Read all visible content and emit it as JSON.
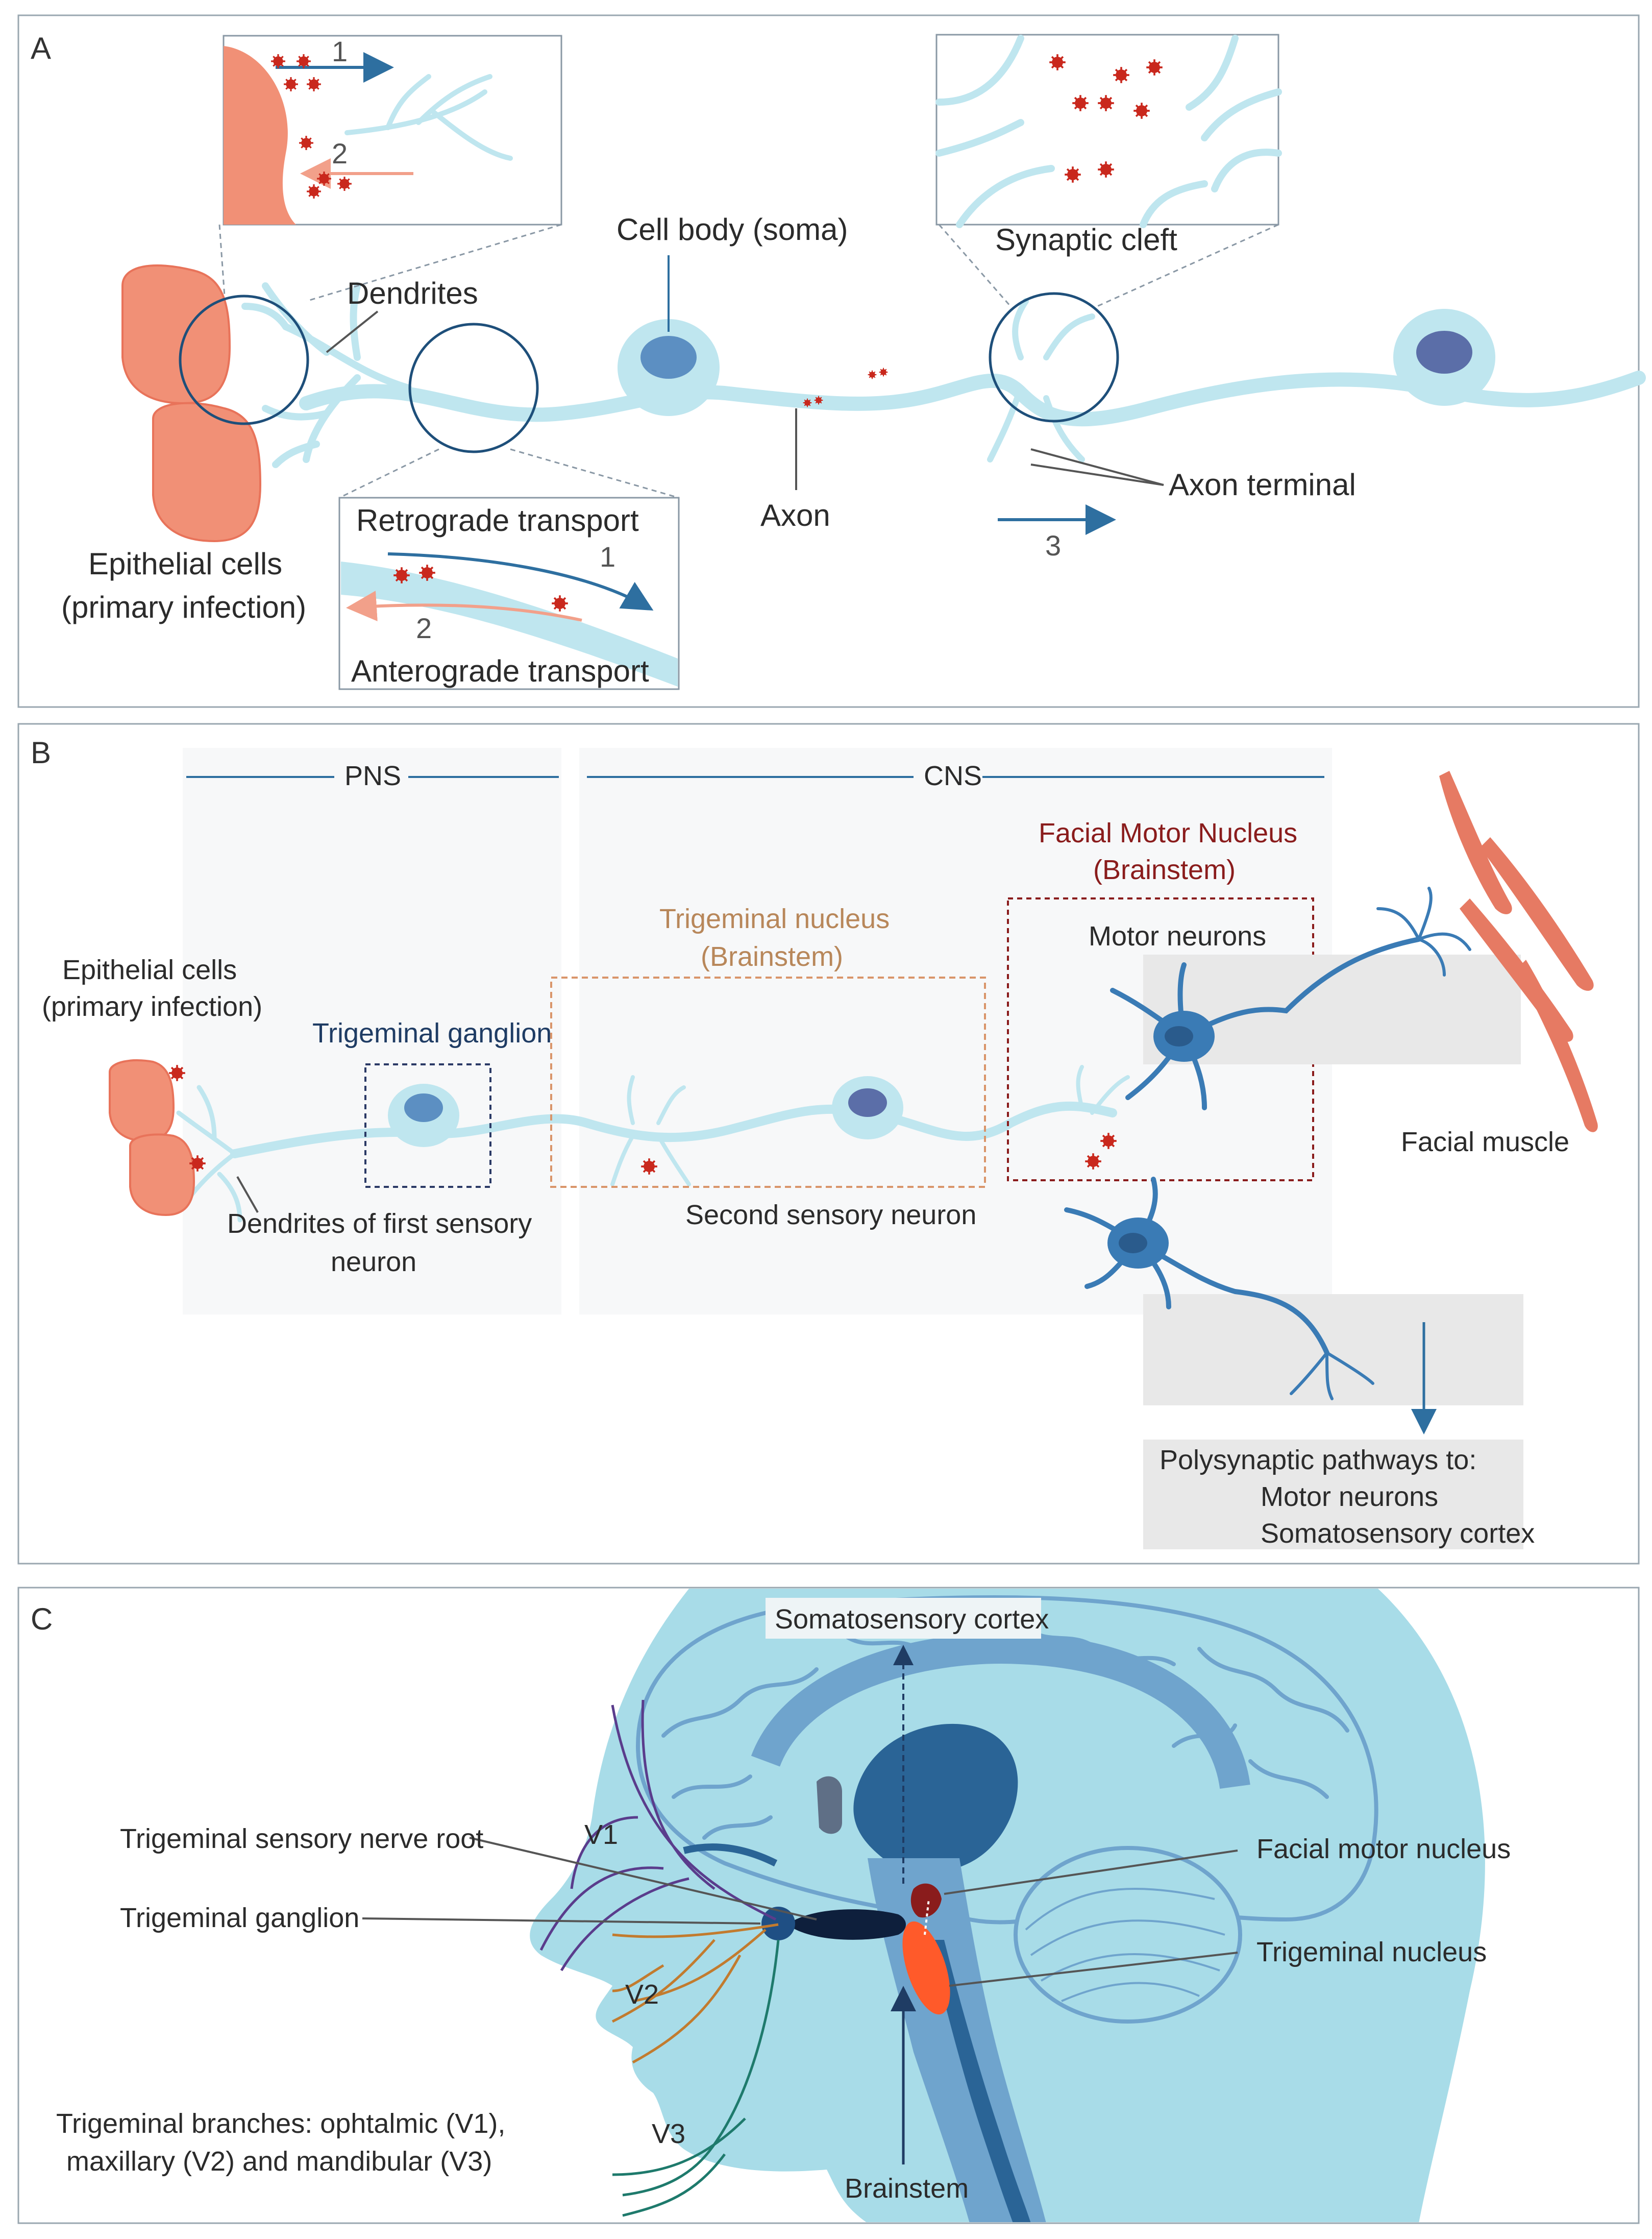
{
  "panels": {
    "a": {
      "letter": "A",
      "labels": {
        "epithelial": "Epithelial cells",
        "epithelial_sub": "(primary infection)",
        "dendrites": "Dendrites",
        "cell_body": "Cell body (soma)",
        "synaptic_cleft": "Synaptic cleft",
        "axon": "Axon",
        "axon_terminal": "Axon terminal",
        "retrograde": "Retrograde transport",
        "anterograde": "Anterograde transport",
        "num1": "1",
        "num2": "2",
        "num3": "3"
      }
    },
    "b": {
      "letter": "B",
      "labels": {
        "pns": "PNS",
        "cns": "CNS",
        "epithelial": "Epithelial cells",
        "epithelial_sub": "(primary infection)",
        "trigeminal_ganglion": "Trigeminal ganglion",
        "dendrites_first": "Dendrites of first sensory",
        "dendrites_first_2": "neuron",
        "trigeminal_nucleus": "Trigeminal nucleus",
        "trigeminal_nucleus_sub": "(Brainstem)",
        "second_neuron": "Second sensory neuron",
        "facial_motor_nucleus": "Facial Motor Nucleus",
        "facial_motor_nucleus_sub": "(Brainstem)",
        "motor_neurons": "Motor neurons",
        "facial_muscle": "Facial muscle",
        "poly_1": "Polysynaptic pathways to:",
        "poly_2": "Motor neurons",
        "poly_3": "Somatosensory cortex"
      }
    },
    "c": {
      "letter": "C",
      "labels": {
        "somatosensory": "Somatosensory cortex",
        "sensory_root": "Trigeminal sensory nerve root",
        "ganglion": "Trigeminal ganglion",
        "facial_motor": "Facial motor nucleus",
        "trig_nucleus": "Trigeminal nucleus",
        "v1": "V1",
        "v2": "V2",
        "v3": "V3",
        "branches_1": "Trigeminal branches: ophtalmic (V1),",
        "branches_2": "maxillary (V2) and mandibular (V3)",
        "brainstem": "Brainstem"
      }
    }
  },
  "colors": {
    "neuron": "#bfe6ef",
    "epithelial": "#f19076",
    "virus": "#c9281d",
    "navy_label": "#1f3c64",
    "tan_label": "#b8875a",
    "maroon_label": "#8a1c1c",
    "arrow_blue": "#2e6fa0",
    "arrow_salmon": "#f2a08a",
    "head": "#a8dce8",
    "brain": "#6fa4cd",
    "brain_dark": "#2a6496"
  }
}
